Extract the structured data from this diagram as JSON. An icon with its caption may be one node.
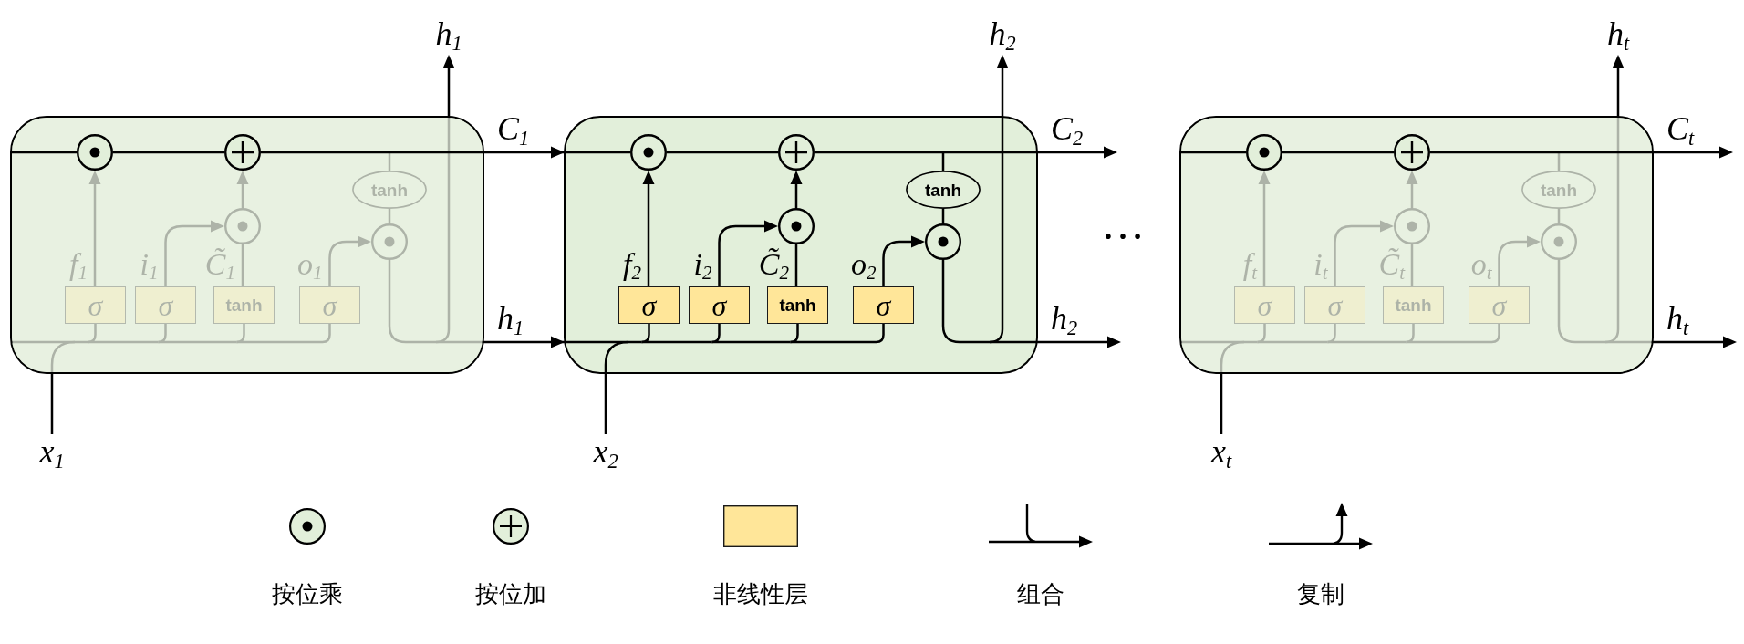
{
  "diagram": {
    "nodes": [
      {
        "text": [
          "h$_{1}$"
        ]
      },
      {
        "text": [],
        "shape": "box"
      },
      {
        "text": [],
        "shape": "circle",
        "in": 1
      },
      {
        "text": [],
        "shape": "circle",
        "in": 1
      },
      {
        "text": [
          "tanh"
        ],
        "in": 1
      },
      {
        "text": [],
        "shape": "circle",
        "in": 1
      },
      {
        "text": [],
        "shape": "circle",
        "in": 1
      },
      {
        "text": [
          "σ"
        ],
        "in": 1
      },
      {
        "text": [
          "σ"
        ],
        "in": 1
      },
      {
        "text": [
          "tanh"
        ],
        "in": 1
      },
      {
        "text": [
          "σ"
        ],
        "in": 1
      },
      {
        "text": [
          "x$_{1}$"
        ]
      },
      {
        "text": [
          "h$_{2}$"
        ]
      },
      {
        "text": [],
        "shape": "box"
      },
      {
        "text": [],
        "shape": "circle",
        "in": 13
      },
      {
        "text": [],
        "shape": "circle",
        "in": 13
      },
      {
        "text": [
          "tanh"
        ],
        "in": 13
      },
      {
        "text": [],
        "shape": "circle",
        "in": 13
      },
      {
        "text": [],
        "shape": "circle",
        "in": 13
      },
      {
        "text": [
          "σ"
        ],
        "in": 13
      },
      {
        "text": [
          "σ"
        ],
        "in": 13
      },
      {
        "text": [
          "tanh"
        ],
        "in": 13
      },
      {
        "text": [
          "σ"
        ],
        "in": 13
      },
      {
        "text": [
          "x$_{2}$"
        ]
      },
      {
        "text": [
          "h$_{t}$"
        ]
      },
      {
        "text": [],
        "shape": "box"
      },
      {
        "text": [],
        "shape": "circle",
        "in": 25
      },
      {
        "text": [],
        "shape": "circle",
        "in": 25
      },
      {
        "text": [
          "tanh"
        ],
        "in": 25
      },
      {
        "text": [],
        "shape": "circle",
        "in": 25
      },
      {
        "text": [],
        "shape": "circle",
        "in": 25
      },
      {
        "text": [
          "σ"
        ],
        "in": 25
      },
      {
        "text": [
          "σ"
        ],
        "in": 25
      },
      {
        "text": [
          "tanh"
        ],
        "in": 25
      },
      {
        "text": [
          "σ"
        ],
        "in": 25
      },
      {
        "text": [
          "x$_{t}$"
        ]
      }
    ],
    "edges": [
      {
        "from": null,
        "to": 2,
        "arrow": "none"
      },
      {
        "from": 2,
        "to": 3,
        "arrow": "none"
      },
      {
        "from": 7,
        "to": 2,
        "arrow": "to",
        "label": "f$_{1}$"
      },
      {
        "from": 8,
        "to": 5,
        "arrow": "to",
        "label": "i$_{1}$"
      },
      {
        "from": 9,
        "to": 5,
        "arrow": "none",
        "label": "C̃$_{1}$"
      },
      {
        "from": 5,
        "to": 3,
        "arrow": "to"
      },
      {
        "from": 3,
        "to": 4,
        "arrow": "none"
      },
      {
        "from": 4,
        "to": 6,
        "arrow": "none"
      },
      {
        "from": 10,
        "to": 6,
        "arrow": "to",
        "label": "o$_{1}$"
      },
      {
        "from": 6,
        "to": 0,
        "arrow": "to"
      },
      {
        "from": 11,
        "to": 7,
        "arrow": "none"
      },
      {
        "from": 11,
        "to": 8,
        "arrow": "none"
      },
      {
        "from": 11,
        "to": 9,
        "arrow": "none"
      },
      {
        "from": 11,
        "to": 10,
        "arrow": "none"
      },
      {
        "from": null,
        "to": 7,
        "arrow": "none"
      },
      {
        "from": null,
        "to": 8,
        "arrow": "none"
      },
      {
        "from": null,
        "to": 9,
        "arrow": "none"
      },
      {
        "from": null,
        "to": 10,
        "arrow": "none"
      },
      {
        "from": 3,
        "to": 14,
        "arrow": "to",
        "label": "C$_{1}$"
      },
      {
        "from": 6,
        "to": 19,
        "arrow": "to",
        "label": "h$_{1}$"
      },
      {
        "from": 6,
        "to": 20,
        "arrow": "to"
      },
      {
        "from": 6,
        "to": 21,
        "arrow": "to"
      },
      {
        "from": 6,
        "to": 22,
        "arrow": "to"
      },
      {
        "from": 14,
        "to": 15,
        "arrow": "none"
      },
      {
        "from": 19,
        "to": 14,
        "arrow": "to",
        "label": "f$_{2}$"
      },
      {
        "from": 20,
        "to": 17,
        "arrow": "to",
        "label": "i$_{2}$"
      },
      {
        "from": 21,
        "to": 17,
        "arrow": "none",
        "label": "C̃$_{2}$"
      },
      {
        "from": 17,
        "to": 15,
        "arrow": "to"
      },
      {
        "from": 15,
        "to": 16,
        "arrow": "none"
      },
      {
        "from": 16,
        "to": 18,
        "arrow": "none"
      },
      {
        "from": 22,
        "to": 18,
        "arrow": "to",
        "label": "o$_{2}$"
      },
      {
        "from": 18,
        "to": 12,
        "arrow": "to"
      },
      {
        "from": 23,
        "to": 19,
        "arrow": "none"
      },
      {
        "from": 23,
        "to": 20,
        "arrow": "none"
      },
      {
        "from": 23,
        "to": 21,
        "arrow": "none"
      },
      {
        "from": 23,
        "to": 22,
        "arrow": "none"
      },
      {
        "from": 15,
        "to": null,
        "arrow": "to",
        "label": "C$_{2}$"
      },
      {
        "from": 18,
        "to": null,
        "arrow": "to",
        "label": "h$_{2}$"
      },
      {
        "from": null,
        "to": 26,
        "arrow": "none"
      },
      {
        "from": 26,
        "to": 27,
        "arrow": "none"
      },
      {
        "from": 31,
        "to": 26,
        "arrow": "to",
        "label": "f$_{t}$"
      },
      {
        "from": 32,
        "to": 29,
        "arrow": "to",
        "label": "i$_{t}$"
      },
      {
        "from": 33,
        "to": 29,
        "arrow": "none",
        "label": "C̃$_{t}$"
      },
      {
        "from": 29,
        "to": 27,
        "arrow": "to"
      },
      {
        "from": 27,
        "to": 28,
        "arrow": "none"
      },
      {
        "from": 28,
        "to": 30,
        "arrow": "none"
      },
      {
        "from": 34,
        "to": 30,
        "arrow": "to",
        "label": "o$_{t}$"
      },
      {
        "from": 30,
        "to": 24,
        "arrow": "to"
      },
      {
        "from": 35,
        "to": 31,
        "arrow": "none"
      },
      {
        "from": 35,
        "to": 32,
        "arrow": "none"
      },
      {
        "from": 35,
        "to": 33,
        "arrow": "none"
      },
      {
        "from": 35,
        "to": 34,
        "arrow": "none"
      },
      {
        "from": null,
        "to": 31,
        "arrow": "none"
      },
      {
        "from": null,
        "to": 32,
        "arrow": "none"
      },
      {
        "from": null,
        "to": 33,
        "arrow": "none"
      },
      {
        "from": null,
        "to": 34,
        "arrow": "none"
      },
      {
        "from": 27,
        "to": null,
        "arrow": "to",
        "label": "C$_{t}$"
      },
      {
        "from": 30,
        "to": null,
        "arrow": "to",
        "label": "h$_{t}$"
      }
    ],
    "labels": [
      "…"
    ],
    "legend": [
      {
        "text": "按位乘"
      },
      {
        "text": "按位加"
      },
      {
        "text": "非线性层",
        "color": "#ffe699"
      },
      {
        "text": "组合"
      },
      {
        "text": "复制"
      }
    ]
  }
}
